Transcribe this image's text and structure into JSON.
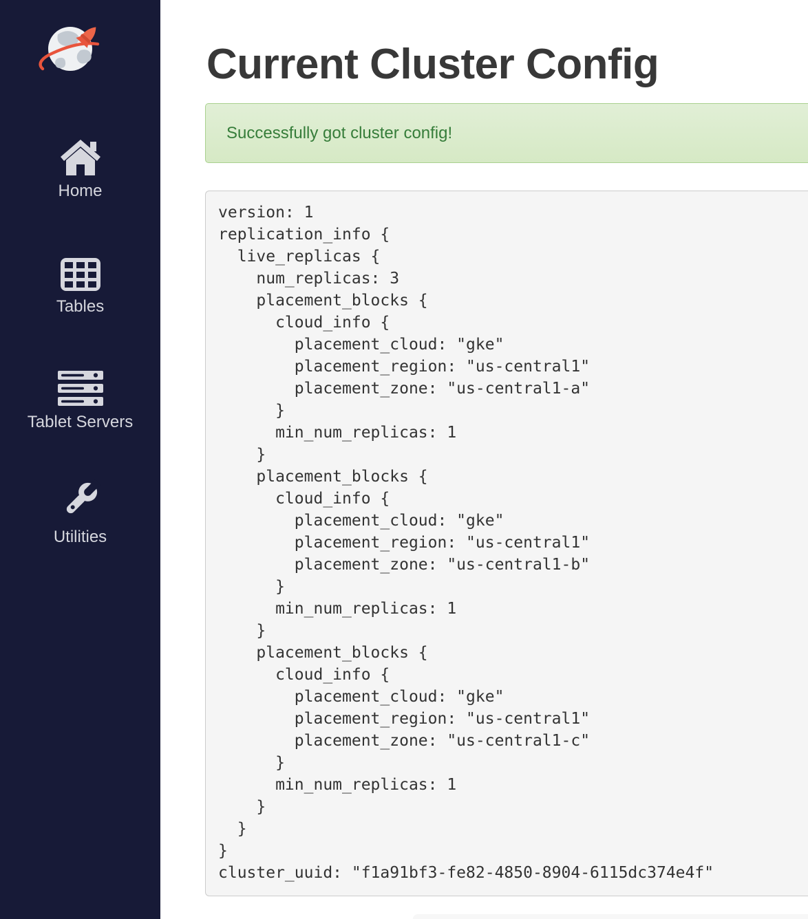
{
  "sidebar": {
    "logo": "yugabytedb-globe-rocket",
    "items": [
      {
        "label": "Home",
        "icon": "home-icon"
      },
      {
        "label": "Tables",
        "icon": "tables-icon"
      },
      {
        "label": "Tablet Servers",
        "icon": "tablet-servers-icon"
      },
      {
        "label": "Utilities",
        "icon": "utilities-wrench-icon"
      }
    ]
  },
  "main": {
    "title": "Current Cluster Config",
    "alert": {
      "type": "success",
      "message": "Successfully got cluster config!"
    },
    "config_lines": [
      "version: 1",
      "replication_info {",
      "  live_replicas {",
      "    num_replicas: 3",
      "    placement_blocks {",
      "      cloud_info {",
      "        placement_cloud: \"gke\"",
      "        placement_region: \"us-central1\"",
      "        placement_zone: \"us-central1-a\"",
      "      }",
      "      min_num_replicas: 1",
      "    }",
      "    placement_blocks {",
      "      cloud_info {",
      "        placement_cloud: \"gke\"",
      "        placement_region: \"us-central1\"",
      "        placement_zone: \"us-central1-b\"",
      "      }",
      "      min_num_replicas: 1",
      "    }",
      "    placement_blocks {",
      "      cloud_info {",
      "        placement_cloud: \"gke\"",
      "        placement_region: \"us-central1\"",
      "        placement_zone: \"us-central1-c\"",
      "      }",
      "      min_num_replicas: 1",
      "    }",
      "  }",
      "}",
      "cluster_uuid: \"f1a91bf3-fe82-4850-8904-6115dc374e4f\""
    ]
  },
  "colors": {
    "sidebar_bg": "#171a37",
    "sidebar_icon": "#d6d7de",
    "accent_orange": "#e8543c",
    "title_text": "#383838",
    "alert_bg_top": "#e1efd6",
    "alert_bg_bottom": "#d6e9c5",
    "alert_border": "#a9d18e",
    "alert_text": "#367d3a",
    "pre_bg": "#f5f5f5",
    "pre_border": "#cccccc",
    "pre_text": "#333333"
  }
}
